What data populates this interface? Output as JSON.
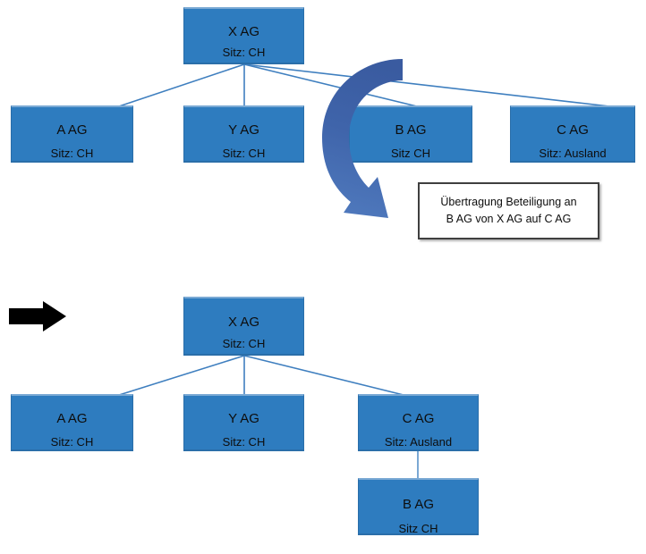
{
  "diagram": {
    "title": "Übertragung Beteiligung an B AG von X AG auf C AG",
    "colors": {
      "box_fill": "#2e7cbf",
      "box_border": "#2a6ea9",
      "box_highlight": "#7aa9d4",
      "connector": "#3f7fbf",
      "curved_arrow_dark": "#3a5ba0",
      "curved_arrow_light": "#4a74bb",
      "callout_border": "#3f3f3f",
      "callout_fill": "#ffffff",
      "step_arrow": "#000000",
      "text": "#0d0d0d",
      "background": "#ffffff"
    }
  },
  "before": {
    "parent": {
      "name": "X AG",
      "sitz": "Sitz: CH"
    },
    "children": [
      {
        "name": "A AG",
        "sitz": "Sitz: CH"
      },
      {
        "name": "Y AG",
        "sitz": "Sitz: CH"
      },
      {
        "name": "B AG",
        "sitz": "Sitz CH"
      },
      {
        "name": "C AG",
        "sitz": "Sitz: Ausland"
      }
    ],
    "callout": {
      "line1": "Übertragung Beteiligung an",
      "line2": "B AG von X AG auf C AG"
    },
    "transfer_arrow_icon": "curved-arrow-icon"
  },
  "after": {
    "step_arrow_icon": "right-arrow-icon",
    "parent": {
      "name": "X AG",
      "sitz": "Sitz: CH"
    },
    "children": [
      {
        "name": "A AG",
        "sitz": "Sitz: CH"
      },
      {
        "name": "Y AG",
        "sitz": "Sitz: CH"
      },
      {
        "name": "C AG",
        "sitz": "Sitz: Ausland"
      }
    ],
    "grandchild": {
      "name": "B AG",
      "sitz": "Sitz CH"
    }
  }
}
